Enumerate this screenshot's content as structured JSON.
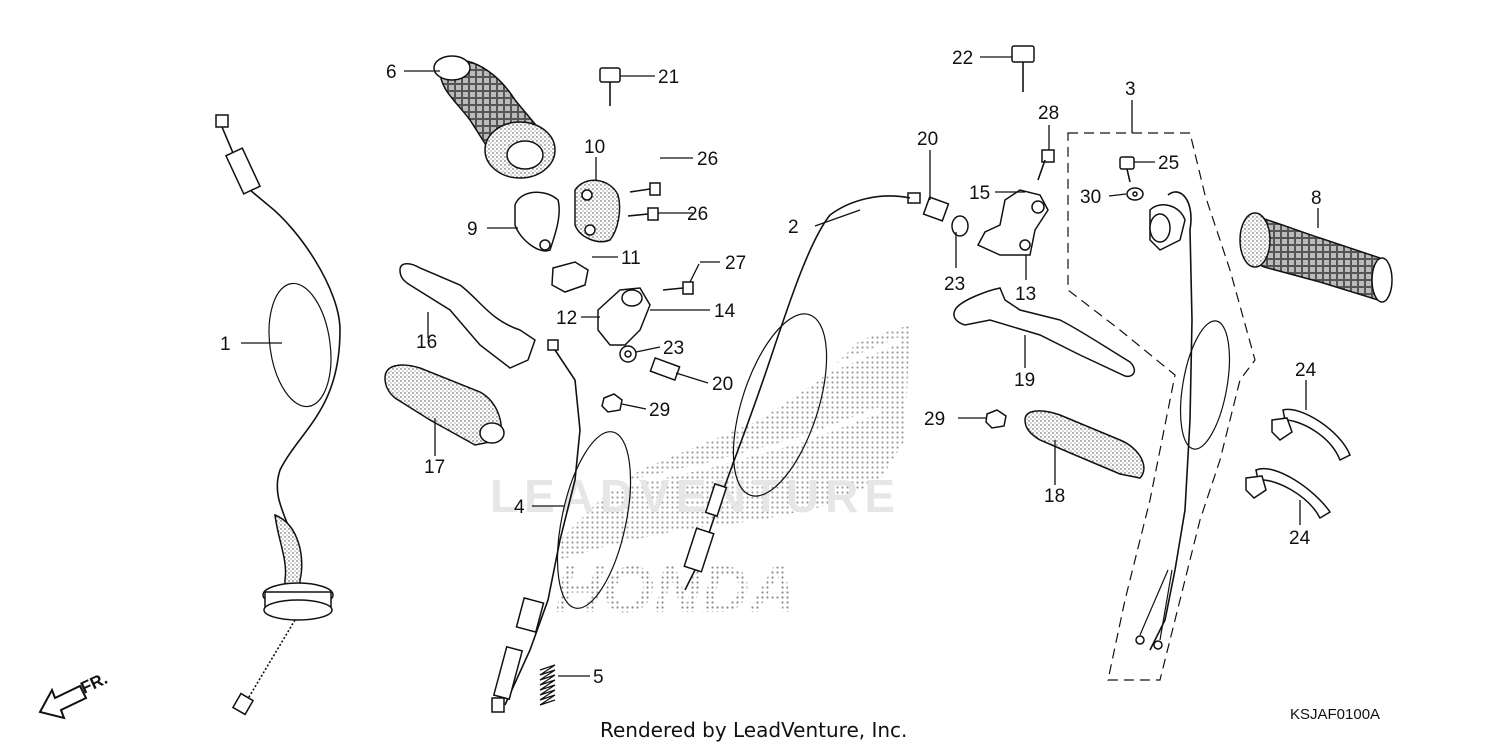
{
  "diagram": {
    "watermark_text": "LEADVENTURE",
    "brand_text": "HONDA",
    "direction_label": "FR.",
    "footer": "Rendered by LeadVenture, Inc.",
    "diagram_code": "KSJAF0100A",
    "callouts": {
      "c1": "1",
      "c2": "2",
      "c3": "3",
      "c4": "4",
      "c5": "5",
      "c6": "6",
      "c8": "8",
      "c9": "9",
      "c10": "10",
      "c11": "11",
      "c12": "12",
      "c13": "13",
      "c14": "14",
      "c15": "15",
      "c16": "16",
      "c17": "17",
      "c18": "18",
      "c19": "19",
      "c20a": "20",
      "c20b": "20",
      "c21": "21",
      "c22": "22",
      "c23a": "23",
      "c23b": "23",
      "c24a": "24",
      "c24b": "24",
      "c25": "25",
      "c26a": "26",
      "c26b": "26",
      "c27": "27",
      "c28": "28",
      "c29a": "29",
      "c29b": "29",
      "c30": "30"
    }
  }
}
